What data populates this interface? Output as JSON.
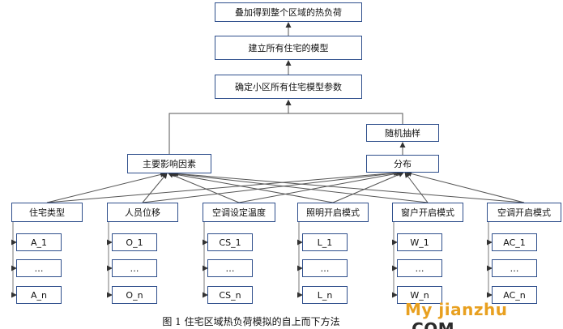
{
  "top_chain": [
    "叠加得到整个区域的热负荷",
    "建立所有住宅的模型",
    "确定小区所有住宅模型参数"
  ],
  "middle": {
    "factors": "主要影响因素",
    "sampling": "随机抽样",
    "distribution": "分布"
  },
  "categories": [
    {
      "label": "住宅类型",
      "items": [
        "A_1",
        "…",
        "A_n"
      ]
    },
    {
      "label": "人员位移",
      "items": [
        "O_1",
        "…",
        "O_n"
      ]
    },
    {
      "label": "空调设定温度",
      "items": [
        "CS_1",
        "…",
        "CS_n"
      ]
    },
    {
      "label": "照明开启模式",
      "items": [
        "L_1",
        "…",
        "L_n"
      ]
    },
    {
      "label": "窗户开启模式",
      "items": [
        "W_1",
        "…",
        "W_n"
      ]
    },
    {
      "label": "空调开启模式",
      "items": [
        "AC_1",
        "…",
        "AC_n"
      ]
    }
  ],
  "caption": "图 1  住宅区域热负荷模拟的自上而下方法",
  "watermark": {
    "brand": "My jianzhu",
    "suffix": ".COM"
  },
  "colors": {
    "box_border": "#2f4f8c",
    "line": "#555555",
    "watermark": "#e8a020"
  }
}
